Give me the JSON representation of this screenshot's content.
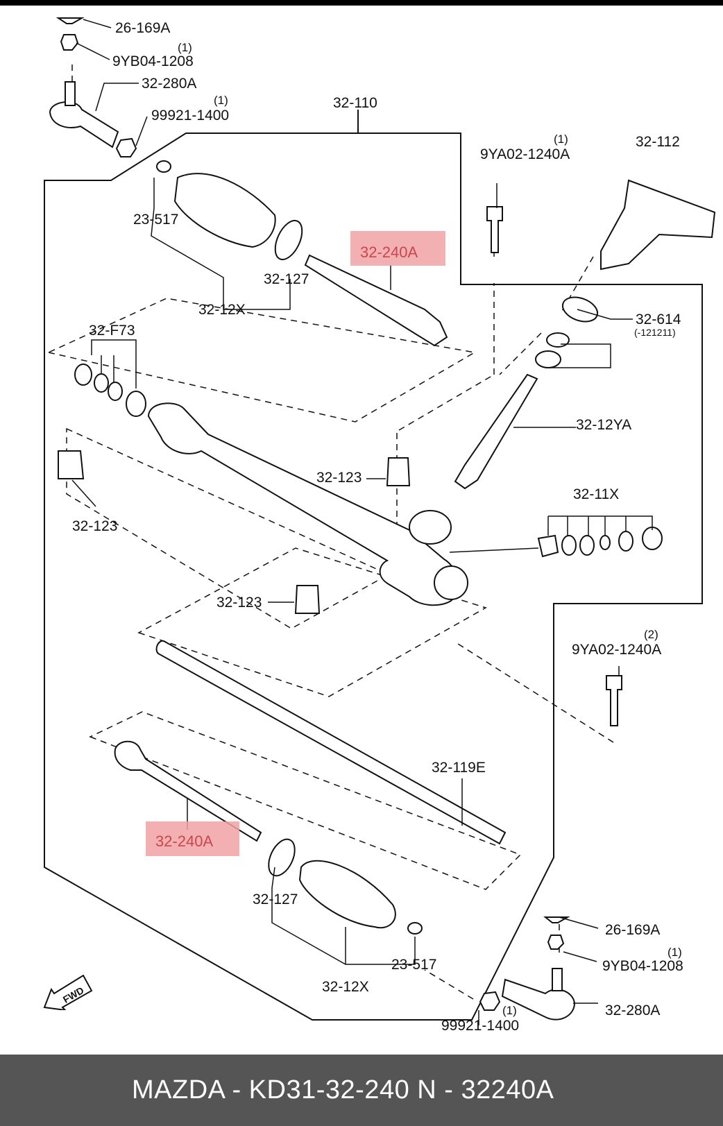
{
  "labels": {
    "p26_169A_top": "26-169A",
    "p9YB04_top": "9YB04-1208",
    "p9YB04_top_qty": "(1)",
    "p32_280A_top": "32-280A",
    "p99921_top": "99921-1400",
    "p99921_top_qty": "(1)",
    "p32_110": "32-110",
    "p9YA02_1": "9YA02-1240A",
    "p9YA02_1_qty": "(1)",
    "p32_112": "32-112",
    "p23_517_top": "23-517",
    "p32_240A_top": "32-240A",
    "p32_127_top": "32-127",
    "p32_12X_top": "32-12X",
    "p32_614": "32-614",
    "p32_614_note": "(-121211)",
    "p32_F73": "32-F73",
    "p32_12YA": "32-12YA",
    "p32_123_left": "32-123",
    "p32_123_mid": "32-123",
    "p32_11X": "32-11X",
    "p32_123_low": "32-123",
    "p9YA02_2": "9YA02-1240A",
    "p9YA02_2_qty": "(2)",
    "p32_119E": "32-119E",
    "p32_240A_bottom": "32-240A",
    "p32_127_bottom": "32-127",
    "p23_517_bottom": "23-517",
    "p32_12X_bottom": "32-12X",
    "p26_169A_bottom": "26-169A",
    "p9YB04_bottom": "9YB04-1208",
    "p9YB04_bottom_qty": "(1)",
    "p32_280A_bottom": "32-280A",
    "p99921_bottom": "99921-1400",
    "p99921_bottom_qty": "(1)",
    "fwd": "FWD"
  },
  "highlight_color": "#f2a3a6",
  "highlight_text_color": "#c0262d",
  "footer": {
    "text": "MAZDA - KD31-32-240     N - 32240A",
    "background": "#555555"
  }
}
